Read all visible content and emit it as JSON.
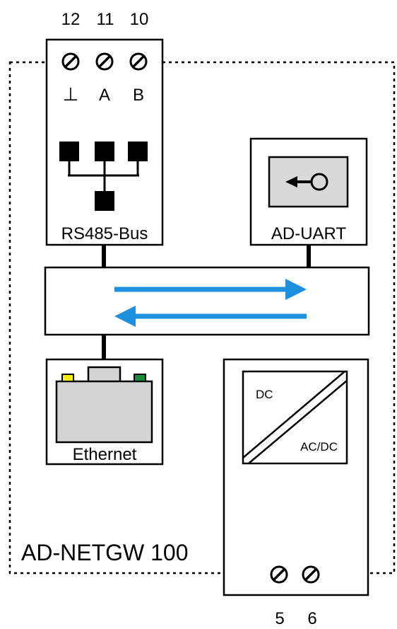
{
  "device_name": "AD-NETGW 100",
  "rs485": {
    "label": "RS485-Bus",
    "terminals": [
      {
        "number": "12",
        "signal": "⊥"
      },
      {
        "number": "11",
        "signal": "A"
      },
      {
        "number": "10",
        "signal": "B"
      }
    ]
  },
  "uart": {
    "label": "AD-UART"
  },
  "ethernet": {
    "label": "Ethernet"
  },
  "power": {
    "input_label": "DC",
    "output_label": "AC/DC",
    "terminals": [
      {
        "number": "5"
      },
      {
        "number": "6"
      }
    ]
  },
  "colors": {
    "arrow": "#1e90e0",
    "led_left": "#ffee00",
    "led_right": "#1a8a3a",
    "port_fill": "#d4d4d4",
    "uart_fill": "#d9d9d9"
  }
}
